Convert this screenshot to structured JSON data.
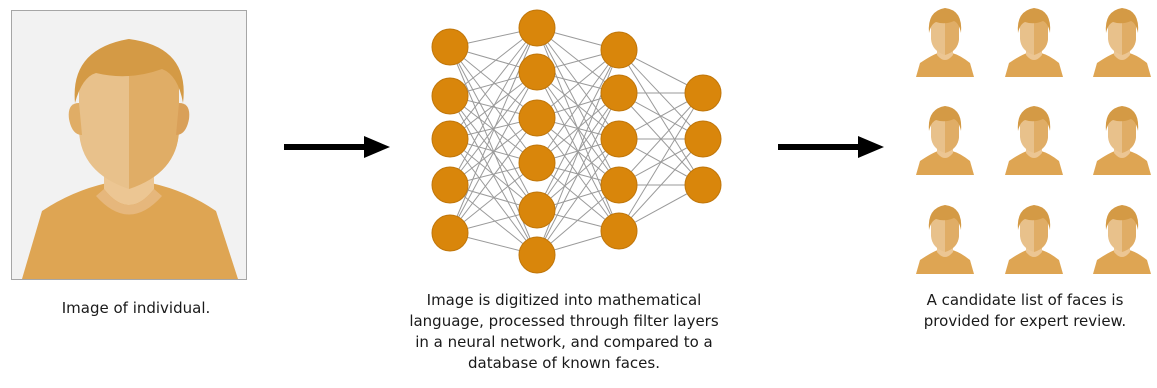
{
  "captions": {
    "input": "Image of individual.",
    "network": "Image is digitized into mathematical language, processed through filter layers in a neural network, and compared to a database of known faces.",
    "output": "A candidate list of faces is provided for expert review."
  },
  "network": {
    "layers": [
      5,
      6,
      5,
      3
    ],
    "node_color": "#d9860b",
    "node_stroke": "#c0760a",
    "edge_color": "#9a9a9a"
  },
  "faces": {
    "rows": 3,
    "cols": 3,
    "skin_light": "#e8c18b",
    "skin_dark": "#e0ad66",
    "shirt": "#dea553",
    "hair": "#d49a45"
  },
  "colors": {
    "arrow": "#000000",
    "frame_border": "#a6a6a6",
    "frame_bg": "#f2f2f2"
  }
}
